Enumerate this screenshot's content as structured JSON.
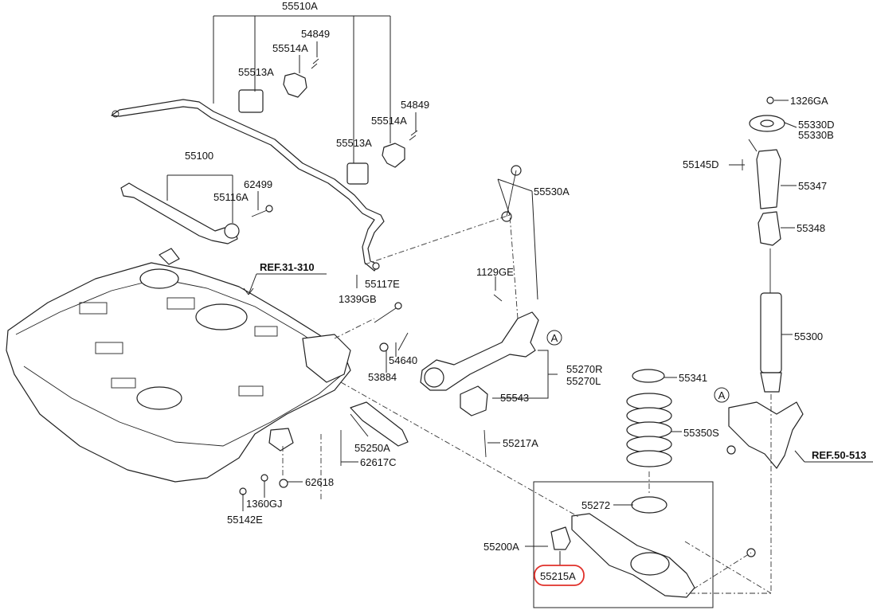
{
  "labels": {
    "p55510A": "55510A",
    "p54849a": "54849",
    "p55514Aa": "55514A",
    "p55513Aa": "55513A",
    "p54849b": "54849",
    "p55514Ab": "55514A",
    "p55513Ab": "55513A",
    "p55100": "55100",
    "p62499": "62499",
    "p55116A": "55116A",
    "p55530A": "55530A",
    "p1129GE": "1129GE",
    "p55117E": "55117E",
    "p1339GB": "1339GB",
    "p54640": "54640",
    "p53884": "53884",
    "p55270R": "55270R",
    "p55270L": "55270L",
    "p55543": "55543",
    "p55217A": "55217A",
    "p55250A": "55250A",
    "p62617C": "62617C",
    "p62618": "62618",
    "p1360GJ": "1360GJ",
    "p55142E": "55142E",
    "p1326GA": "1326GA",
    "p55330D": "55330D",
    "p55330B": "55330B",
    "p55145D": "55145D",
    "p55347": "55347",
    "p55348": "55348",
    "p55300": "55300",
    "p55341": "55341",
    "p55350S": "55350S",
    "p55272": "55272",
    "p55200A": "55200A",
    "p55215A": "55215A"
  },
  "refs": {
    "ref31": "REF.31-310",
    "ref50": "REF.50-513"
  },
  "markers": {
    "a1": "A",
    "a2": "A"
  },
  "colors": {
    "highlight": "#e0302a",
    "line": "#222222"
  }
}
